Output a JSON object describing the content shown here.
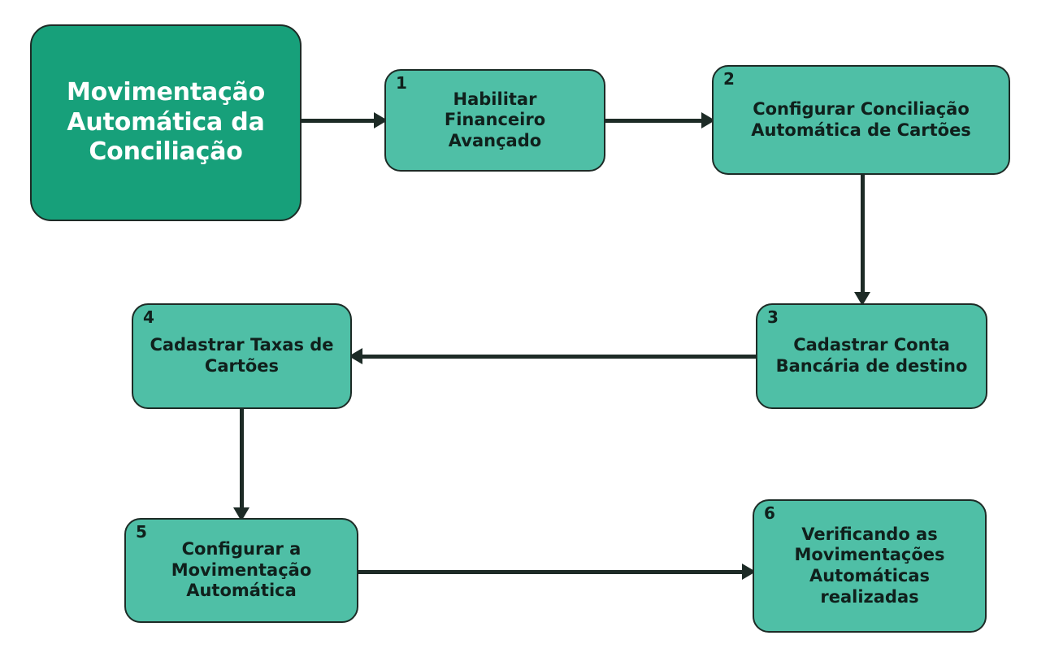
{
  "diagram": {
    "title_node": {
      "label": "Movimentação\nAutomática da\nConciliação"
    },
    "steps": [
      {
        "number": "1",
        "label": "Habilitar\nFinanceiro\nAvançado"
      },
      {
        "number": "2",
        "label": "Configurar Conciliação\nAutomática de Cartões"
      },
      {
        "number": "3",
        "label": "Cadastrar Conta\nBancária de destino"
      },
      {
        "number": "4",
        "label": "Cadastrar Taxas de\nCartões"
      },
      {
        "number": "5",
        "label": "Configurar a\nMovimentação\nAutomática"
      },
      {
        "number": "6",
        "label": "Verificando as\nMovimentações\nAutomáticas\nrealizadas"
      }
    ],
    "connectors": [
      {
        "name": "title-to-step-1",
        "direction": "right"
      },
      {
        "name": "step-1-to-step-2",
        "direction": "right"
      },
      {
        "name": "step-2-to-step-3",
        "direction": "down"
      },
      {
        "name": "step-3-to-step-4",
        "direction": "left"
      },
      {
        "name": "step-4-to-step-5",
        "direction": "down"
      },
      {
        "name": "step-5-to-step-6",
        "direction": "right"
      }
    ],
    "colors": {
      "title_fill": "#17a07a",
      "step_fill": "#4fbfa6",
      "stroke": "#1d2b26",
      "title_text": "#ffffff",
      "step_text": "#10201c",
      "background": "#ffffff"
    }
  }
}
